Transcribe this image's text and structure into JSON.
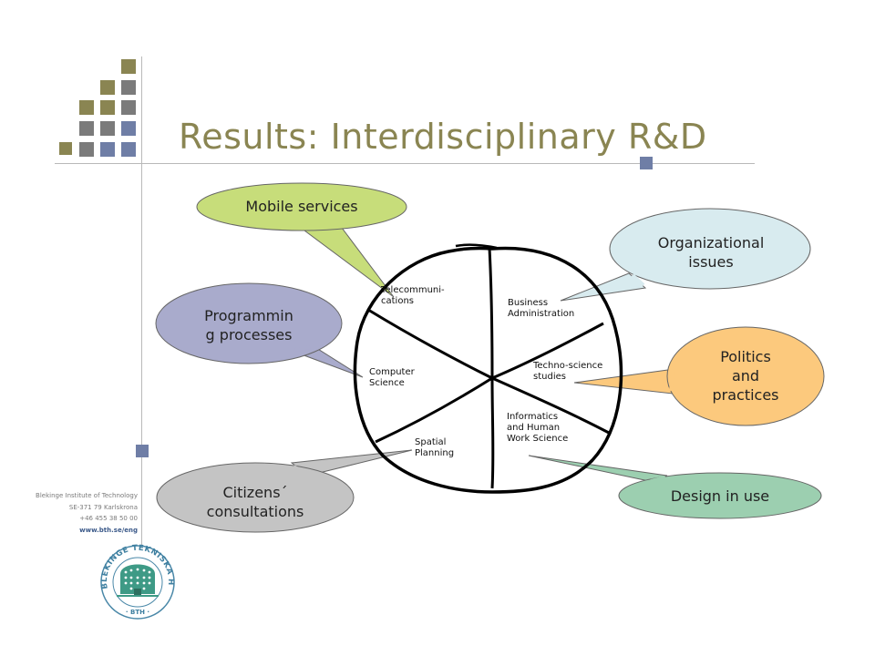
{
  "title": "Results: Interdisciplinary R&D",
  "colors": {
    "olive": "#8a8552",
    "gray": "#7b7b7b",
    "slate_blue": "#6f7ea6",
    "bubble_green": "#c7dd7a",
    "bubble_lightblue": "#d8ebef",
    "bubble_lavender": "#a9abcc",
    "bubble_orange": "#fcc97d",
    "bubble_gray": "#c4c4c4",
    "bubble_teal": "#9ccfb0"
  },
  "institution": {
    "name": "Blekinge Institute of Technology",
    "address": "SE-371 79 Karlskrona",
    "phone": "+46 455 38 50 00",
    "url": "www.bth.se/eng"
  },
  "logo": {
    "text": "BLEKINGE TEKNISKA HÖGSKOLA · BTH ·"
  },
  "bubbles": {
    "mobile_services": "Mobile services",
    "organizational_issues": [
      "Organizational",
      "issues"
    ],
    "programming_processes": [
      "Programmin",
      "g processes"
    ],
    "politics_practices": [
      "Politics",
      "and",
      "practices"
    ],
    "citizens_consultations": [
      "Citizens´",
      "consultations"
    ],
    "design_in_use": "Design in use"
  },
  "segments": {
    "telecom": [
      "Telecommuni-",
      "cations"
    ],
    "business": [
      "Business",
      "Administration"
    ],
    "computer": [
      "Computer",
      "Science"
    ],
    "technoscience": [
      "Techno-science",
      "studies"
    ],
    "spatial": [
      "Spatial",
      "Planning"
    ],
    "informatics": [
      "Informatics",
      "and Human",
      "Work Science"
    ]
  }
}
